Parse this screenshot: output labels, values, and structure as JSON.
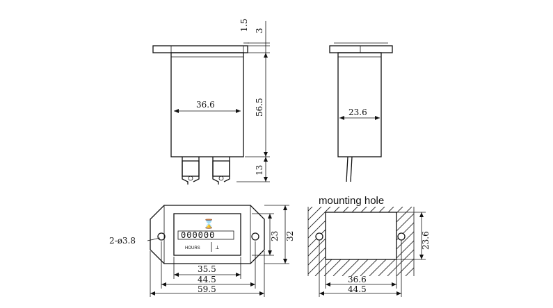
{
  "front_view": {
    "dims": {
      "top_thin": "1.5",
      "top_flange": "3",
      "body_width": "36.6",
      "body_height": "56.5",
      "terminal_height": "13"
    }
  },
  "side_view": {
    "dims": {
      "body_depth": "23.6"
    }
  },
  "bottom_view": {
    "counter_label": "HOURS",
    "counter_hourglass": "⌛",
    "counter_display": "000000",
    "dims": {
      "hole_callout": "2-ø3.8",
      "window_height": "23",
      "bezel_height": "32",
      "inner_width": "35.5",
      "hole_spacing": "44.5",
      "overall_width": "59.5"
    }
  },
  "mounting_hole": {
    "title": "mounting hole",
    "dims": {
      "cutout_height": "23.6",
      "cutout_width": "36.6",
      "hole_spacing": "44.5"
    }
  }
}
